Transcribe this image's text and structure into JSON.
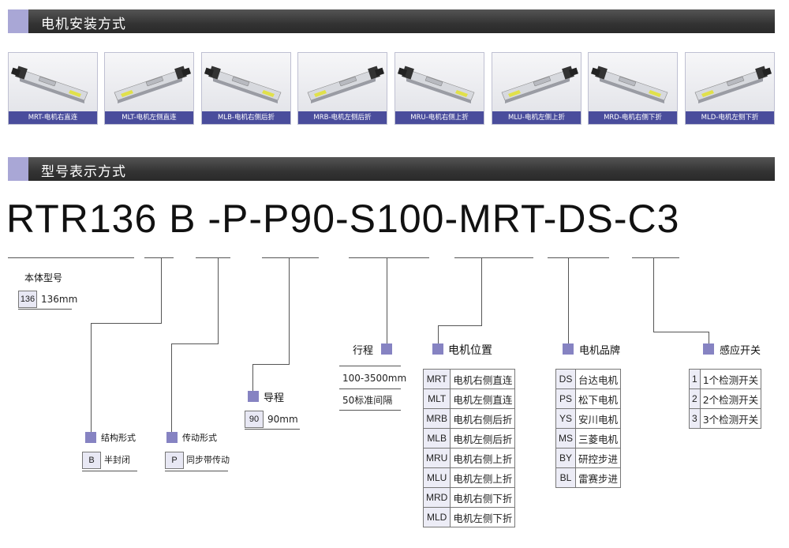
{
  "section1_title": "电机安装方式",
  "section2_title": "型号表示方式",
  "thumbnails": [
    "MRT-电机右直连",
    "MLT-电机左侧直连",
    "MLB-电机右侧后折",
    "MRB-电机左侧后折",
    "MRU-电机右侧上折",
    "MLU-电机左侧上折",
    "MRD-电机右侧下折",
    "MLD-电机左侧下折"
  ],
  "model_code": "RTR136 B -P-P90-S100-MRT-DS-C3",
  "body_model": {
    "label": "本体型号",
    "code": "136",
    "value": "136mm"
  },
  "structure": {
    "label": "结构形式",
    "code": "B",
    "value": "半封闭"
  },
  "transmission": {
    "label": "传动形式",
    "code": "P",
    "value": "同步带传动"
  },
  "lead": {
    "label": "导程",
    "code": "90",
    "value": "90mm"
  },
  "stroke": {
    "label": "行程",
    "range": "100-3500mm",
    "note": "50标准间隔"
  },
  "motor_position": {
    "label": "电机位置",
    "rows": [
      {
        "code": "MRT",
        "value": "电机右侧直连"
      },
      {
        "code": "MLT",
        "value": "电机左侧直连"
      },
      {
        "code": "MRB",
        "value": "电机右侧后折"
      },
      {
        "code": "MLB",
        "value": "电机左侧后折"
      },
      {
        "code": "MRU",
        "value": "电机右侧上折"
      },
      {
        "code": "MLU",
        "value": "电机左侧上折"
      },
      {
        "code": "MRD",
        "value": "电机右侧下折"
      },
      {
        "code": "MLD",
        "value": "电机左侧下折"
      }
    ]
  },
  "motor_brand": {
    "label": "电机品牌",
    "rows": [
      {
        "code": "DS",
        "value": "台达电机"
      },
      {
        "code": "PS",
        "value": "松下电机"
      },
      {
        "code": "YS",
        "value": "安川电机"
      },
      {
        "code": "MS",
        "value": "三菱电机"
      },
      {
        "code": "BY",
        "value": "研控步进"
      },
      {
        "code": "BL",
        "value": "雷赛步进"
      }
    ]
  },
  "sensor_switch": {
    "label": "感应开关",
    "rows": [
      {
        "code": "1",
        "value": "1个检测开关"
      },
      {
        "code": "2",
        "value": "2个检测开关"
      },
      {
        "code": "3",
        "value": "3个检测开关"
      }
    ]
  },
  "colors": {
    "accent": "#8683c2",
    "caption_bg": "#4a4d9c",
    "bar": "#333333"
  }
}
